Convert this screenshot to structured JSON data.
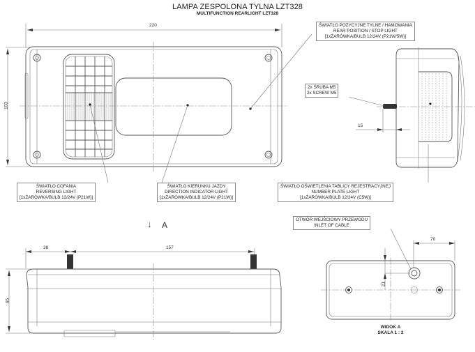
{
  "header": {
    "title": "LAMPA ZESPOLONA TYLNA LZT328",
    "subtitle": "MULTIFUNCTION REARLIGHT LZT328"
  },
  "dimensions": {
    "width_total": "220",
    "height_total": "103",
    "screw_protrusion": "15",
    "edge_to_screw": "38",
    "screw_spacing": "157",
    "depth": "65",
    "inlet_offset_x": "70",
    "inlet_offset_y": "21"
  },
  "labels": {
    "position_stop": {
      "line1": "ŚWIATŁO POZYCYJNE TYLNE / HAMOWANIA",
      "line2": "REAR POSITION / STOP LIGHT",
      "line3": "[1xŻARÓWKA/BULB 12/24V (P21W/5W)]"
    },
    "screw": {
      "line1": "2x ŚRUBA M5",
      "line2": "2x SCREW M5"
    },
    "reversing": {
      "line1": "ŚWIATŁO COFANIA",
      "line2": "REVERSING LIGHT",
      "line3": "[1xŻARÓWKA/BULB 12/24V (P21W)]"
    },
    "direction": {
      "line1": "ŚWIATŁO KIERUNKU JAZDY",
      "line2": "DIRECTION INDICATOR LIGHT",
      "line3": "[1xŻARÓWKA/BULB 12/24V (P21W)]"
    },
    "number_plate": {
      "line1": "ŚWIATŁO OŚWIETLENIA TABLICY REJESTRACYJNEJ",
      "line2": "NUMBER PLATE LIGHT",
      "line3": "[1xŻARÓWKA/BULB 12/24V (C5W)]"
    },
    "cable_inlet": {
      "line1": "OTWÓR WEJŚCIOWY PRZEWODU",
      "line2": "INLET OF CABLE"
    }
  },
  "view_marker": {
    "arrow": "↓",
    "letter": "A"
  },
  "view_a": {
    "line1": "WIDOK A",
    "line2": "SKALA 1 : 2"
  }
}
